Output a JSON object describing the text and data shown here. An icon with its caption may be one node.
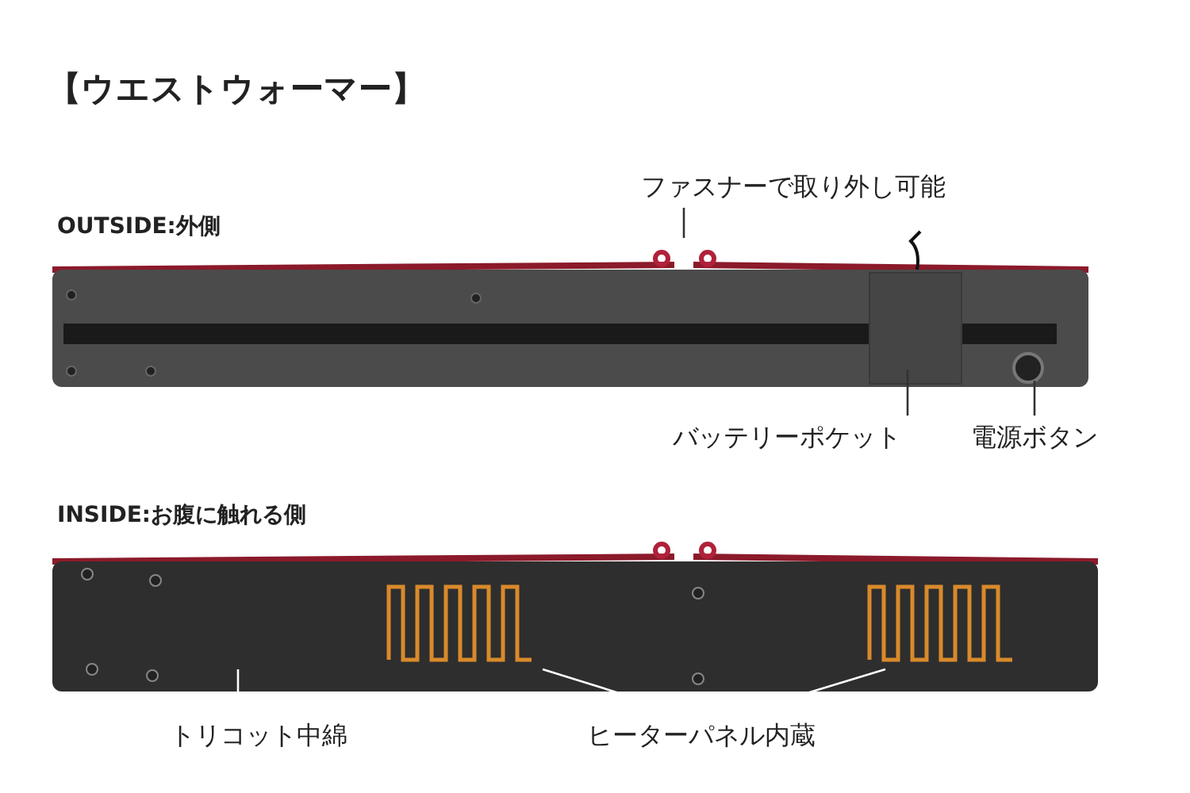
{
  "diagram": {
    "title": "【ウエストウォーマー】",
    "nodes": [
      {
        "text": [
          "ファスナーで取り外し可能"
        ]
      },
      {
        "text": [
          "バッテリーポケット"
        ]
      },
      {
        "text": [
          "電源ボタン"
        ]
      },
      {
        "text": [
          "トリコット中綿"
        ]
      },
      {
        "text": [
          "ヒーターパネル内蔵"
        ]
      }
    ],
    "edges": [
      {
        "from": 0,
        "to": null,
        "arrow": "none"
      },
      {
        "from": 1,
        "to": null,
        "arrow": "none"
      },
      {
        "from": 2,
        "to": null,
        "arrow": "none"
      },
      {
        "from": 3,
        "to": null,
        "arrow": "none",
        "color": "#ffffff"
      },
      {
        "from": 4,
        "to": null,
        "arrow": "none",
        "color": "#ffffff"
      },
      {
        "from": 4,
        "to": null,
        "arrow": "none",
        "color": "#ffffff"
      }
    ],
    "labels": [
      "OUTSIDE:外側",
      "INSIDE:お腹に触れる側"
    ]
  }
}
